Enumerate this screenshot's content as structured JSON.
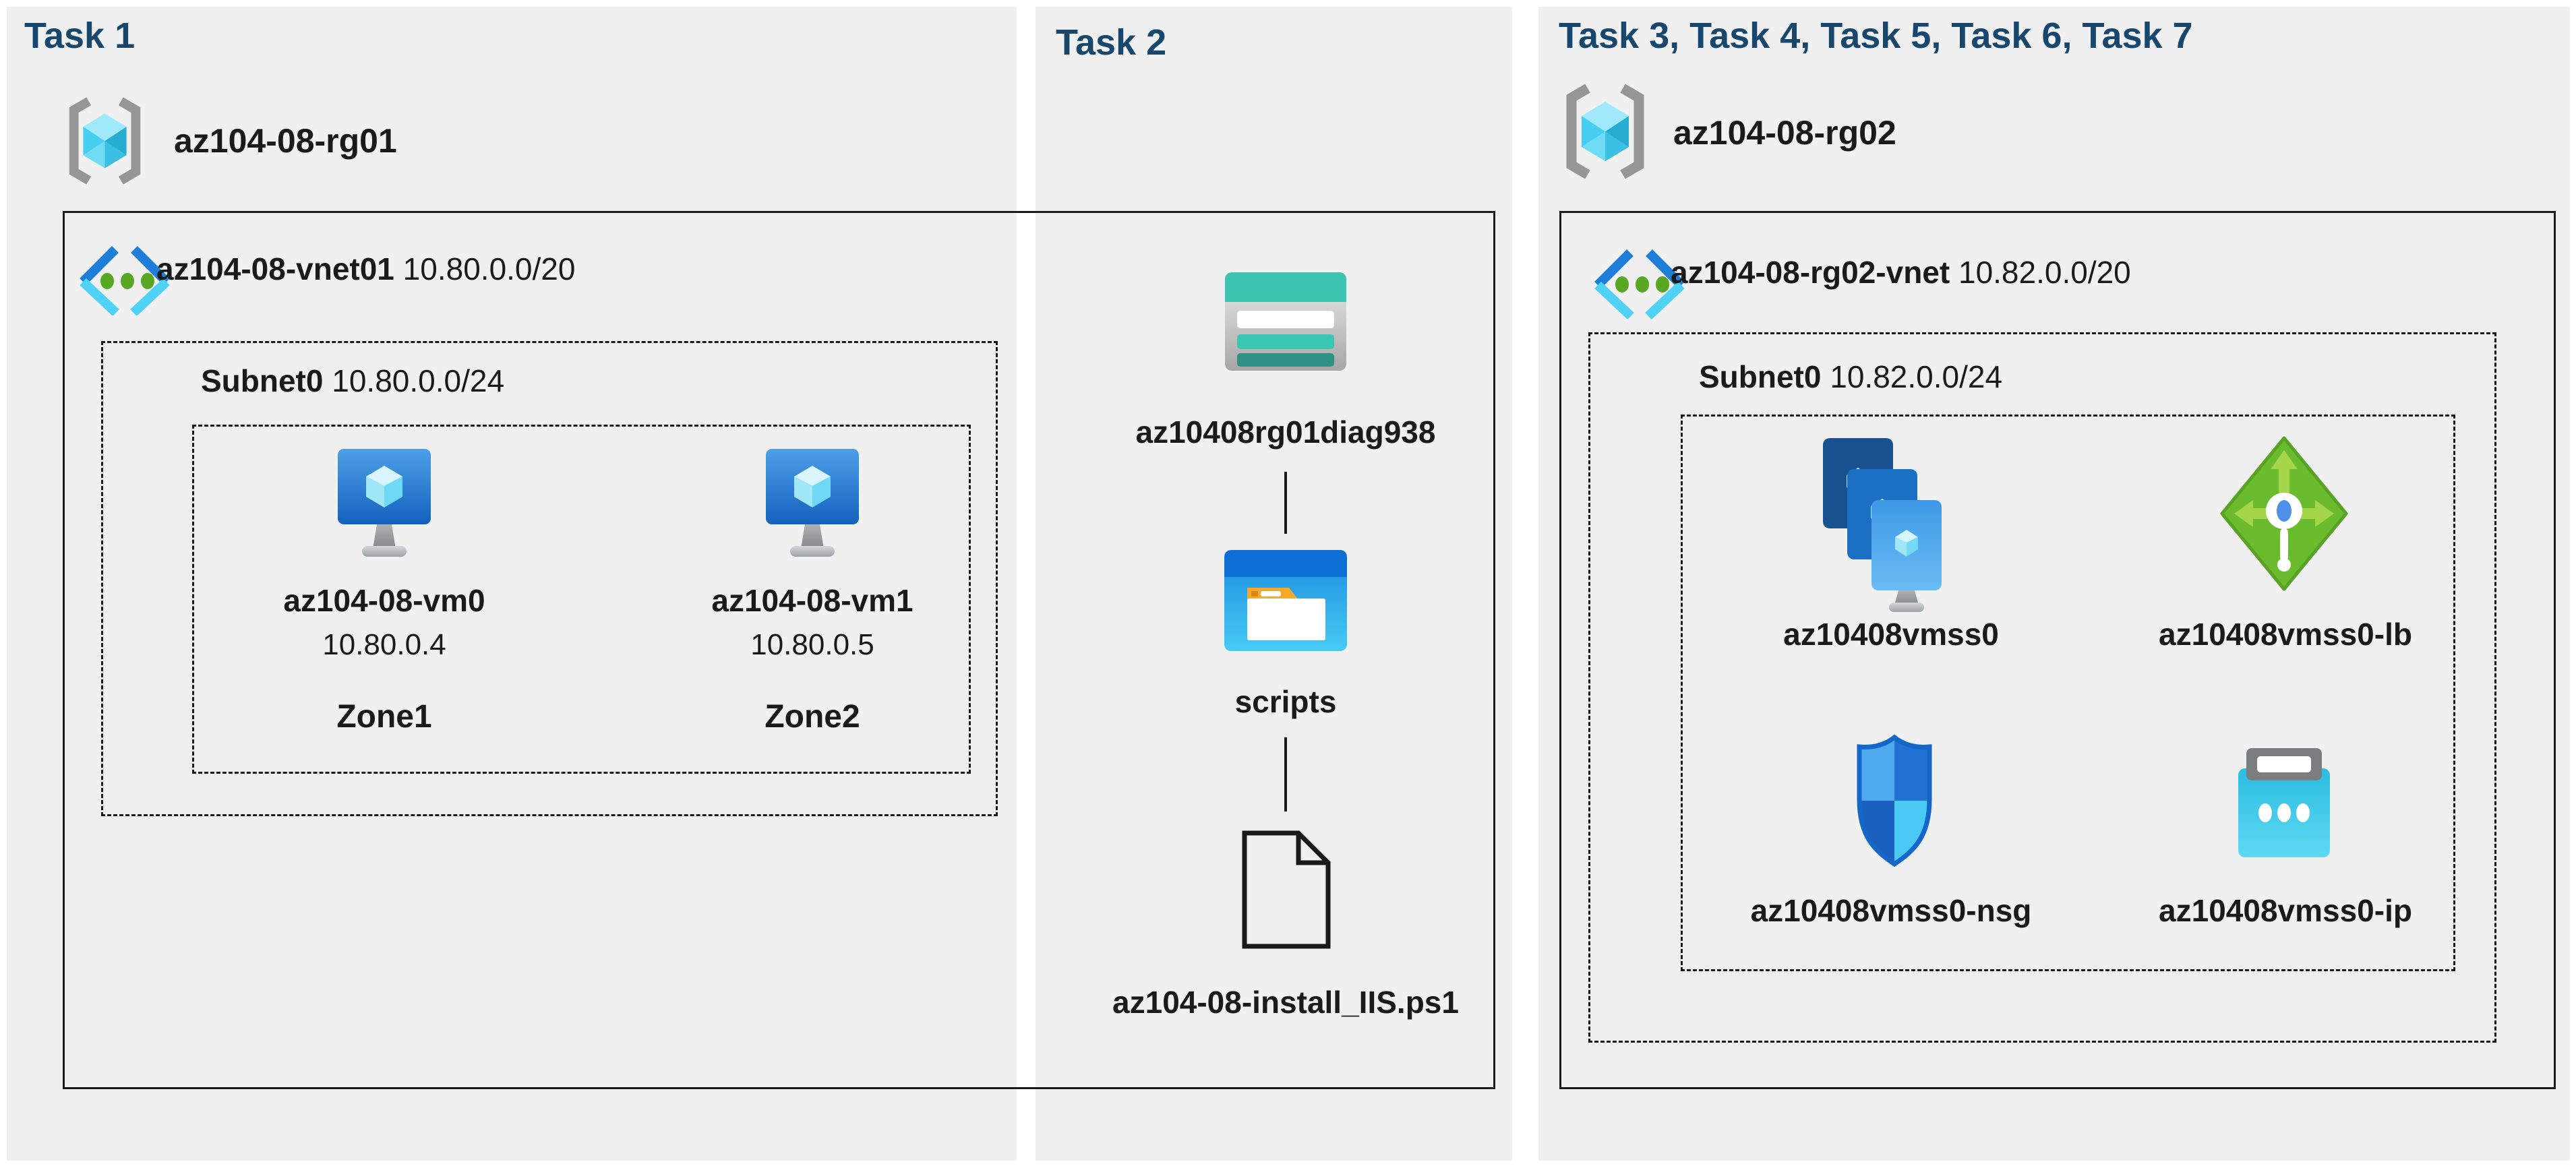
{
  "task1": {
    "title": "Task 1",
    "resource_group": "az104-08-rg01",
    "vnet_name": "az104-08-vnet01",
    "vnet_cidr": "10.80.0.0/20",
    "subnet_name": "Subnet0",
    "subnet_cidr": "10.80.0.0/24",
    "vms": [
      {
        "name": "az104-08-vm0",
        "ip": "10.80.0.4",
        "zone": "Zone1",
        "icon": "virtual-machine-icon"
      },
      {
        "name": "az104-08-vm1",
        "ip": "10.80.0.5",
        "zone": "Zone2",
        "icon": "virtual-machine-icon"
      }
    ]
  },
  "task2": {
    "title": "Task 2",
    "storage_account": "az10408rg01diag938",
    "storage_icon": "storage-account-icon",
    "container": "scripts",
    "container_icon": "blob-container-folder-icon",
    "script_file": "az104-08-install_IIS.ps1",
    "script_file_icon": "file-icon"
  },
  "task3": {
    "title": "Task 3, Task 4, Task 5, Task 6, Task 7",
    "resource_group": "az104-08-rg02",
    "vnet_name": "az104-08-rg02-vnet",
    "vnet_cidr": "10.82.0.0/20",
    "subnet_name": "Subnet0",
    "subnet_cidr": "10.82.0.0/24",
    "resources": [
      {
        "name": "az10408vmss0",
        "icon": "vm-scale-set-icon"
      },
      {
        "name": "az10408vmss0-lb",
        "icon": "load-balancer-icon"
      },
      {
        "name": "az10408vmss0-nsg",
        "icon": "network-security-group-icon"
      },
      {
        "name": "az10408vmss0-ip",
        "icon": "public-ip-icon"
      }
    ]
  },
  "colors": {
    "title_navy": "#17476C",
    "panel_background": "#F0F0F1",
    "text": "#1A1A1A",
    "vnet_blue": "#1F7FD8",
    "vnet_cyan": "#50D2F6",
    "vnet_dot_green": "#57A722",
    "storage_teal": "#3DC4B1",
    "lb_green": "#6ABB2E",
    "ip_cyan": "#2ABCE1"
  }
}
